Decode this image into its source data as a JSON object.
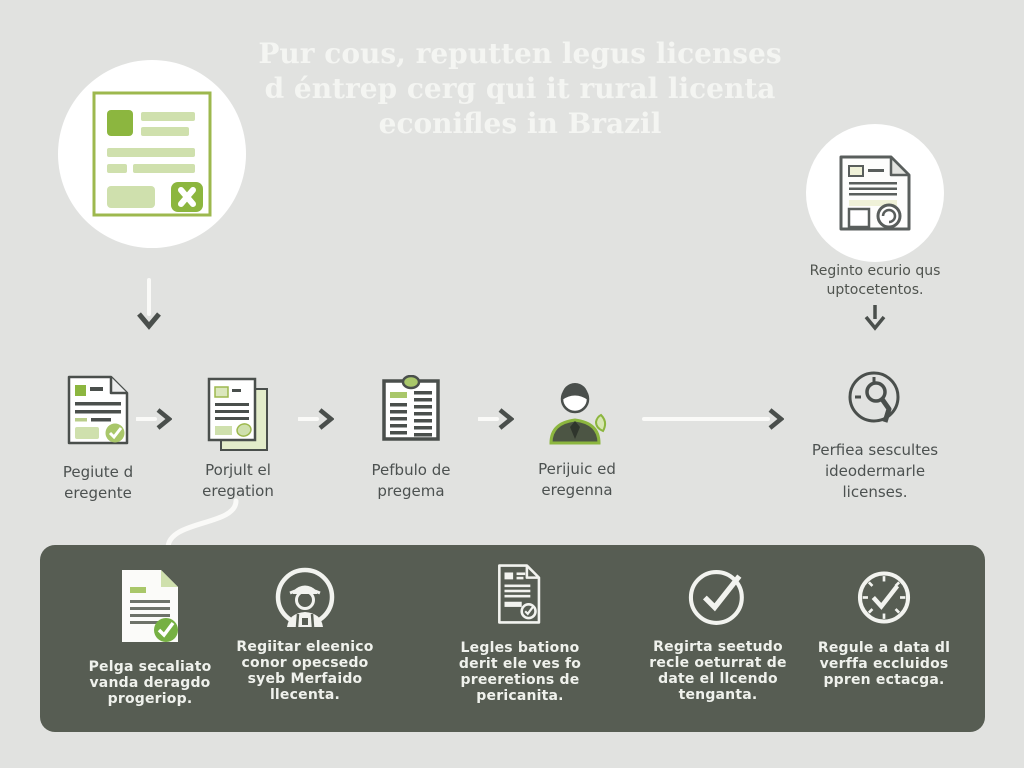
{
  "title": {
    "lines": [
      "Pur cous, reputten legus licenses",
      "d éntrep cerg qui it rural licenta",
      "econifles in Brazil"
    ]
  },
  "intro": {
    "icon": "form-document-icon"
  },
  "top_right": {
    "icon": "registry-document-icon",
    "caption_lines": [
      "Reginto ecurio qus",
      "uptocetentos."
    ]
  },
  "flow": {
    "steps": [
      {
        "icon": "document-check-icon",
        "lines": [
          "Pegiute d",
          "eregente"
        ]
      },
      {
        "icon": "stacked-documents-icon",
        "lines": [
          "Porjult el",
          "eregation"
        ]
      },
      {
        "icon": "list-clipboard-icon",
        "lines": [
          "Pefbulo de",
          "pregema"
        ]
      },
      {
        "icon": "farmer-person-icon",
        "lines": [
          "Perijuic ed",
          "eregenna"
        ]
      },
      {
        "icon": "clock-magnifier-icon",
        "lines": [
          "Perfiea sescultes",
          "ideodermarle",
          "licenses."
        ]
      }
    ]
  },
  "bottom_panel": {
    "items": [
      {
        "icon": "approved-document-icon",
        "lines": [
          "Pelga secaliato",
          "vanda deragdo",
          "progeriop."
        ]
      },
      {
        "icon": "farmer-circle-icon",
        "lines": [
          "Regiitar eleenico",
          "conor opecsedo",
          "syeb Merfaido",
          "llecenta."
        ]
      },
      {
        "icon": "requirements-document-icon",
        "lines": [
          "Legles bationo",
          "derit ele ves fo",
          "preeretions de",
          "pericanita."
        ]
      },
      {
        "icon": "check-circle-icon",
        "lines": [
          "Regirta seetudo",
          "recle oeturrat de",
          "date el llcendo",
          "tenganta."
        ]
      },
      {
        "icon": "clock-check-icon",
        "lines": [
          "Regule a data dl",
          "verffa eccluidos",
          "ppren ectacga."
        ]
      }
    ]
  },
  "colors": {
    "background": "#e1e2e0",
    "panel": "#575d53",
    "accent_green": "#8cb63f",
    "light_green": "#cfe0ad",
    "pale_green": "#eff1d8",
    "dark_text": "#4c5150",
    "light_text": "#eff1ec",
    "title_text": "#f4f5f2",
    "outline_dark": "#4a4f4c"
  }
}
